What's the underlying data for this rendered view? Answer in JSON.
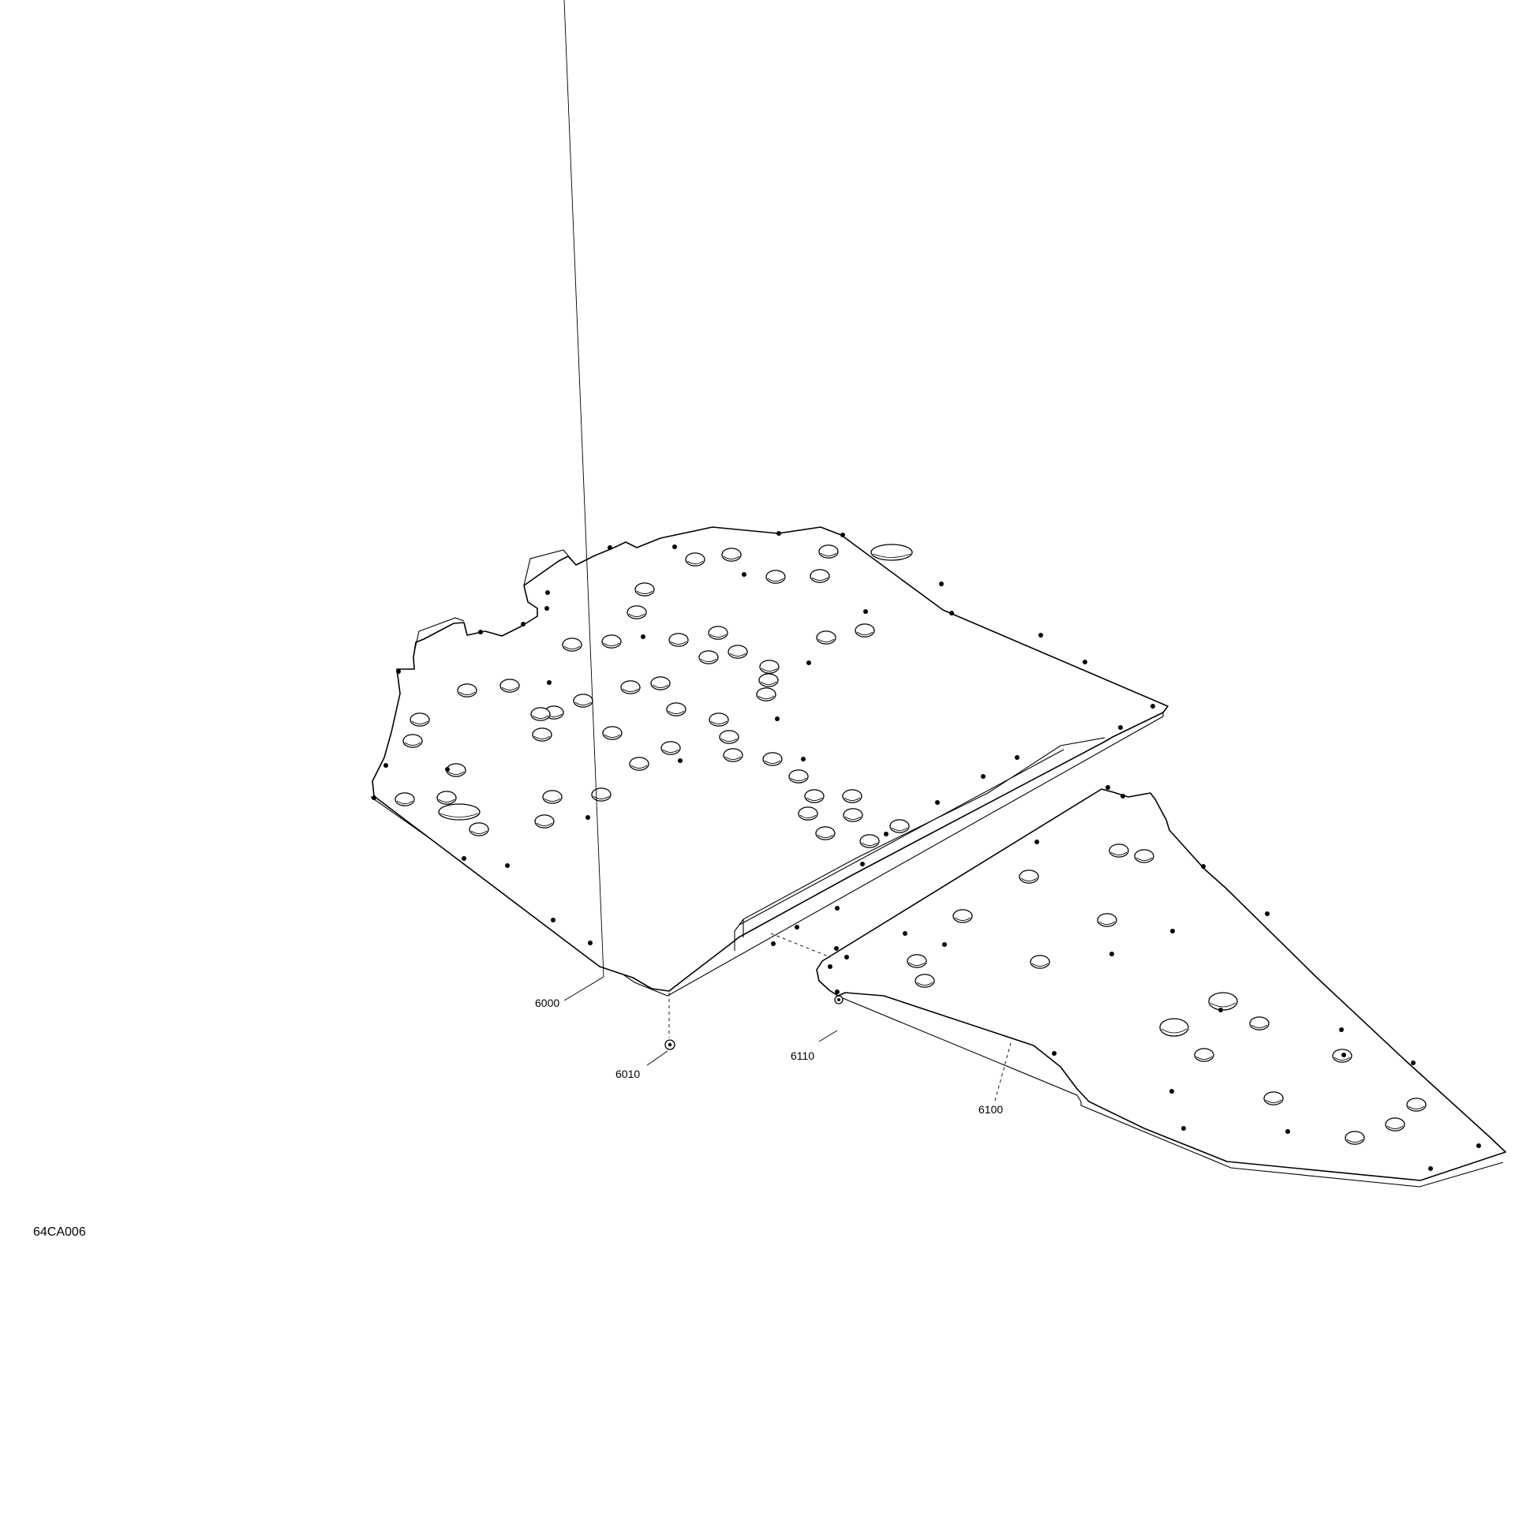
{
  "drawing": {
    "reference_code": "64CA006",
    "callouts": {
      "main_panel": "6000",
      "main_fastener": "6010",
      "side_panel": "6100",
      "side_fastener": "6110"
    }
  }
}
